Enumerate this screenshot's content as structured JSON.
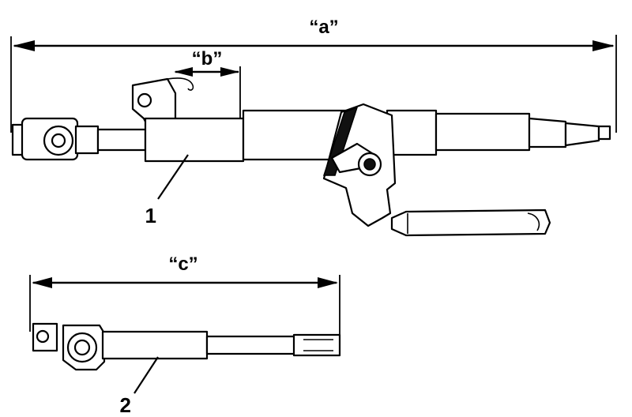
{
  "labels": {
    "dim_a": "“a”",
    "dim_b": "“b”",
    "dim_c": "“c”",
    "part_1": "1",
    "part_2": "2"
  }
}
